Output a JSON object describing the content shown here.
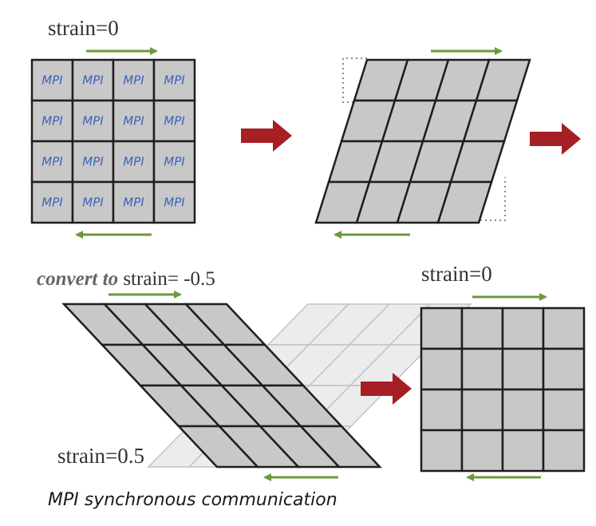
{
  "labels": {
    "strain_top_left": "strain=0",
    "convert_emphasis": "convert to",
    "convert_rest": " strain= -0.5",
    "strain_bottom_right": "strain=0",
    "strain_lower": "strain=0.5",
    "caption": "MPI  synchronous communication"
  },
  "grid": {
    "rows": 4,
    "cols": 4,
    "cell_label": "MPI"
  },
  "colors": {
    "cell_fill": "#c8c8c9",
    "cell_stroke": "#1e1e1e",
    "ghost_fill": "#ececec",
    "ghost_stroke": "#c2c2c2",
    "shear_arrow": "#6a9a3c",
    "flow_arrow": "#a61f24",
    "mpi_text": "#3b63b8"
  },
  "icons": {
    "shear_arrow": "arrow-right-icon / arrow-left-icon",
    "flow_arrow": "block-arrow-right-icon"
  }
}
